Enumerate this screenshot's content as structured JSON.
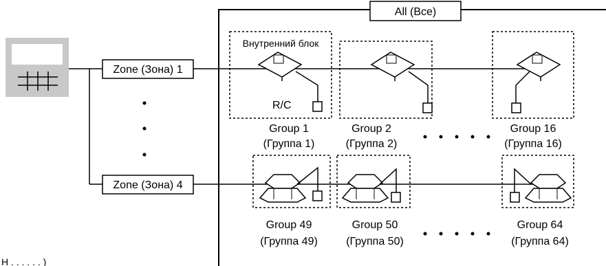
{
  "title_box": {
    "label": "All (Все)"
  },
  "indoor_unit_label": "Внутренний блок",
  "rc_label": "R/C",
  "zones": [
    {
      "label": "Zone (Зона) 1"
    },
    {
      "label": "Zone (Зона) 4"
    }
  ],
  "top_groups": [
    {
      "name": "Group 1",
      "name_ru": "(Группа 1)"
    },
    {
      "name": "Group 2",
      "name_ru": "(Группа 2)"
    },
    {
      "name": "Group 16",
      "name_ru": "(Группа 16)"
    }
  ],
  "bottom_groups": [
    {
      "name": "Group 49",
      "name_ru": "(Группа 49)"
    },
    {
      "name": "Group 50",
      "name_ru": "(Группа 50)"
    },
    {
      "name": "Group 64",
      "name_ru": "(Группа 64)"
    }
  ],
  "bottom_cut_text": "Н . . . . . . )",
  "colors": {
    "controller_gray": "#c8c8c8",
    "line": "#000000"
  }
}
